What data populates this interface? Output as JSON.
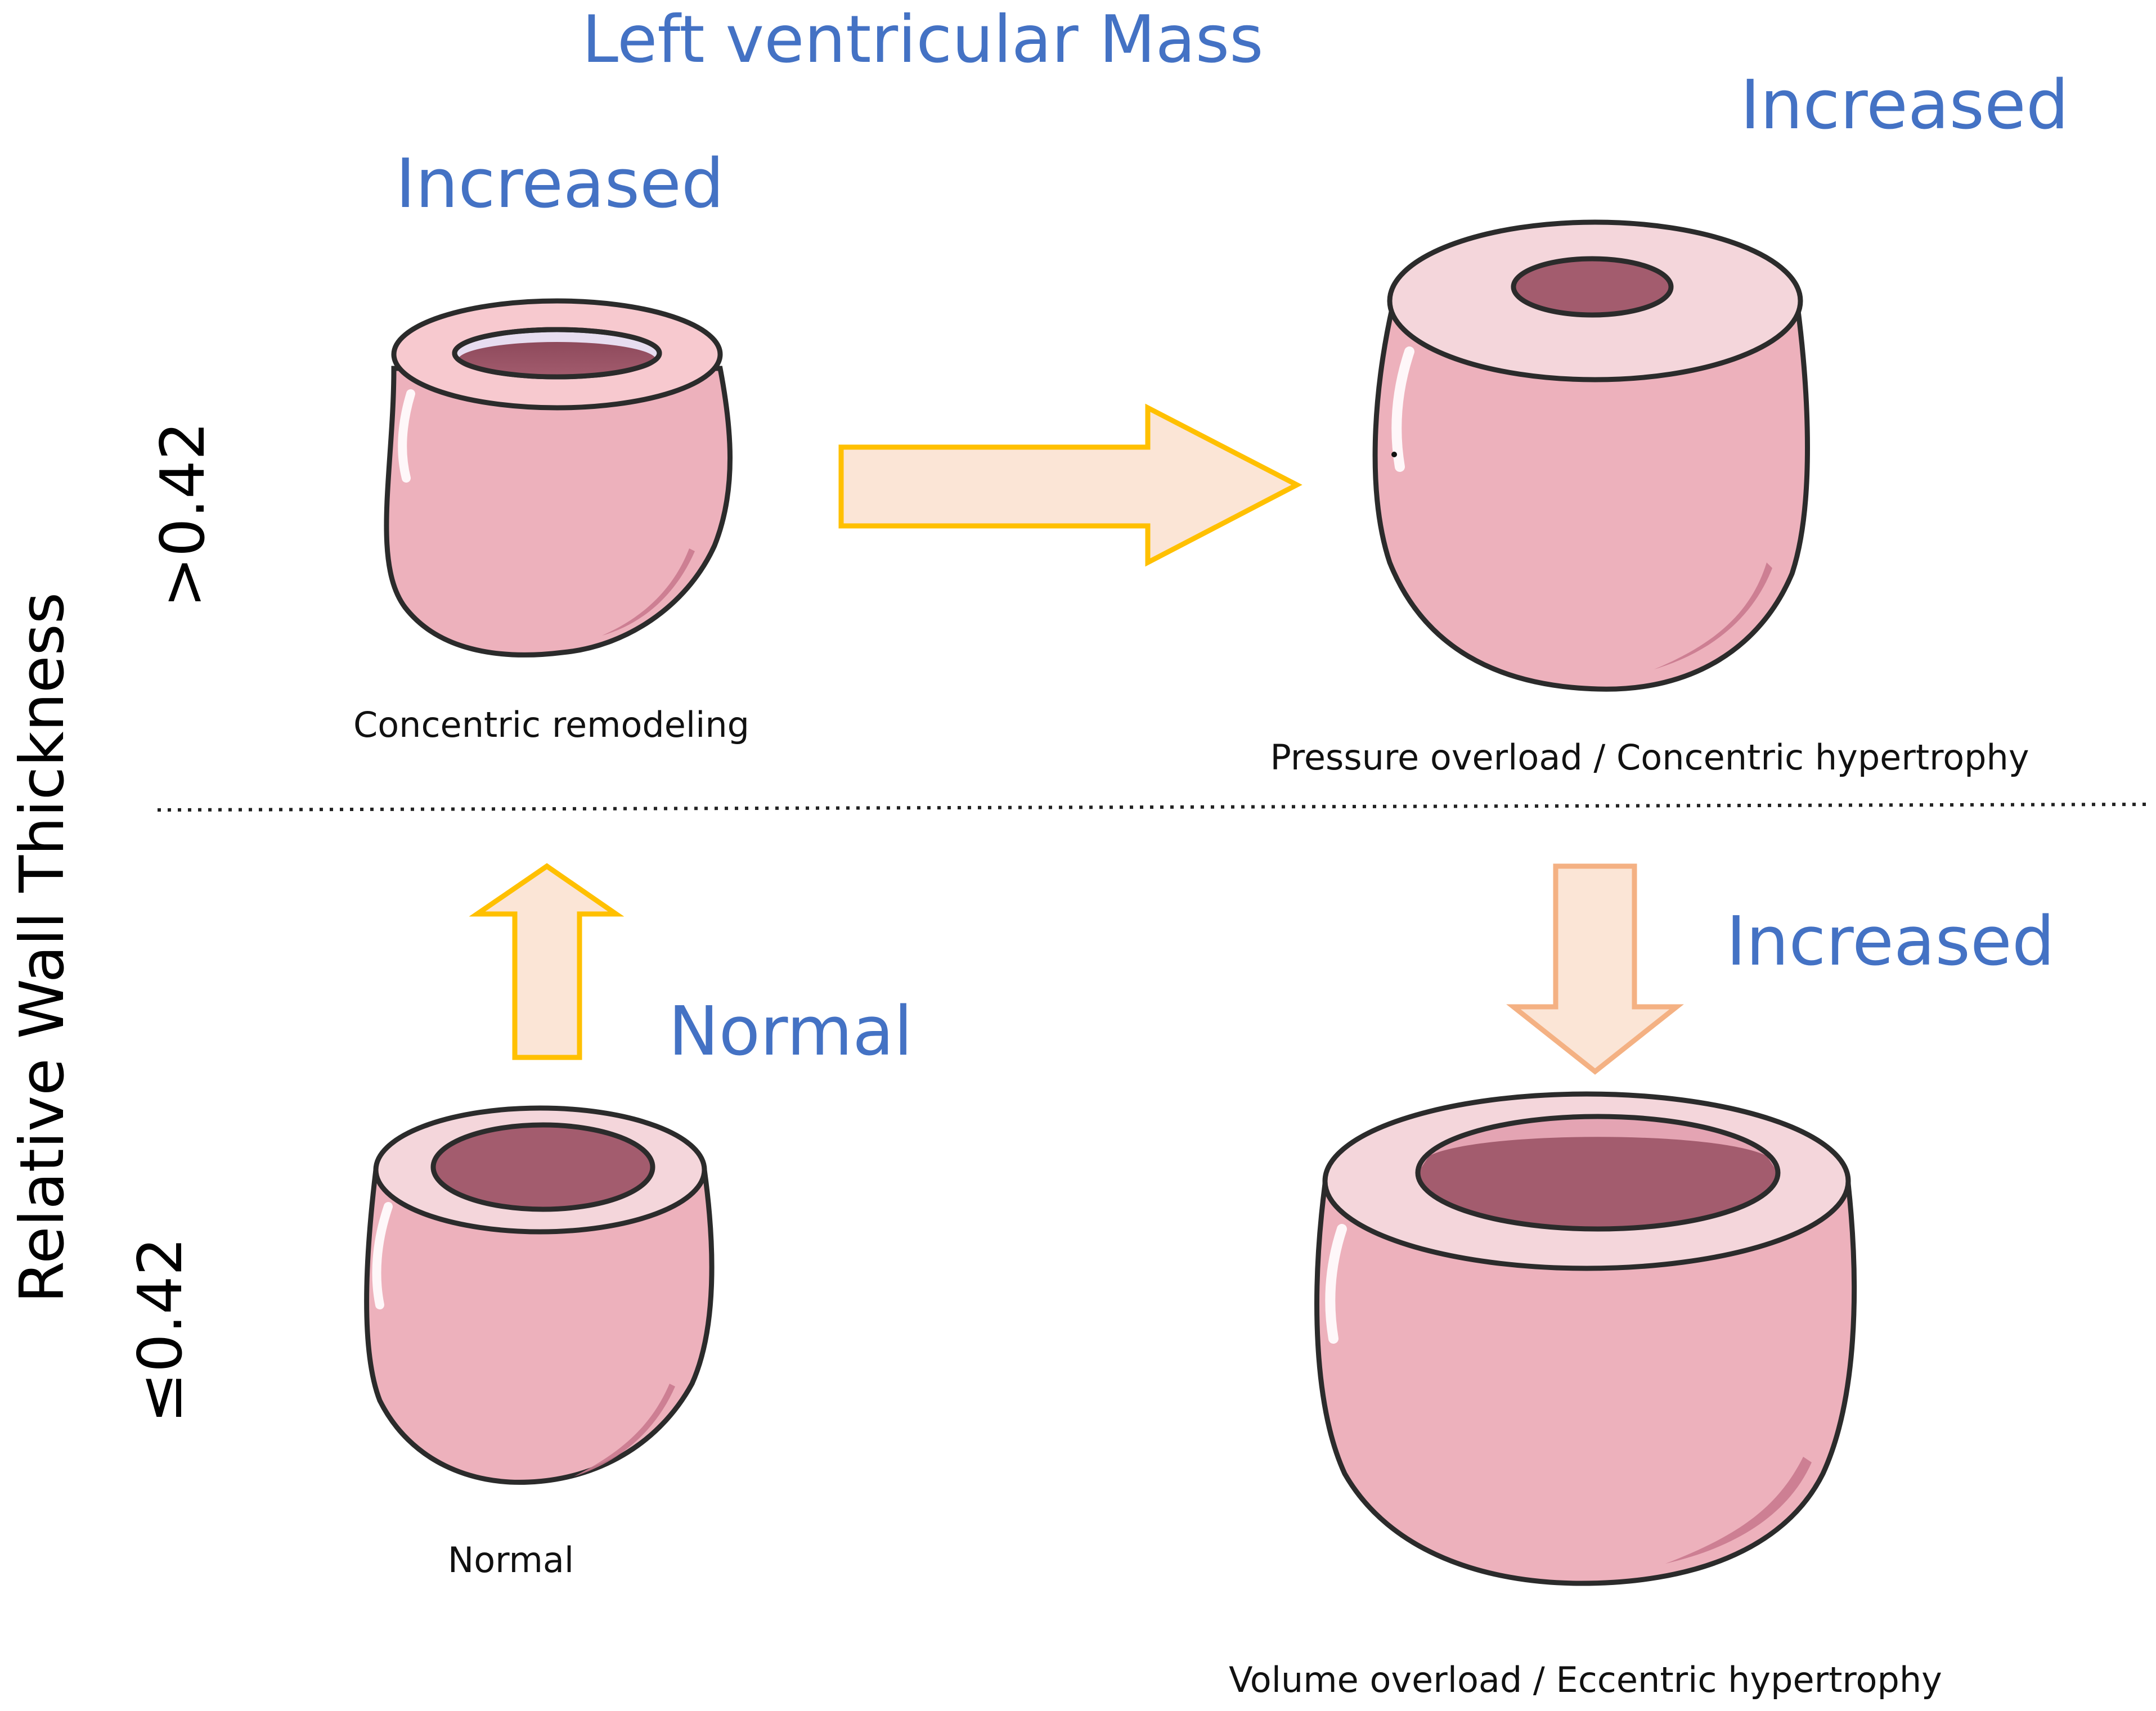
{
  "title": "Left ventricular Mass",
  "y_axis": {
    "label": "Relative Wall Thickness",
    "upper": ">0.42",
    "lower": "≤0.42"
  },
  "quadrants": {
    "concentric_remodeling": {
      "mass": "Increased",
      "caption": "Concentric remodeling"
    },
    "concentric_hypertrophy": {
      "mass": "Increased",
      "caption": "Pressure overload / Concentric hypertrophy"
    },
    "normal": {
      "mass": "Normal",
      "caption": "Normal"
    },
    "eccentric_hypertrophy": {
      "mass": "Increased",
      "caption": "Volume overload  / Eccentric hypertrophy"
    }
  },
  "colors": {
    "label_blue": "#4472C4",
    "heart_body": "#EDB1BC",
    "heart_rim": "#F4D6DB",
    "cavity": "#A35C6E",
    "arrow_fill": "#FBE5D6",
    "arrow_yellow_stroke": "#FFC000",
    "arrow_orange_stroke": "#F4B183"
  }
}
